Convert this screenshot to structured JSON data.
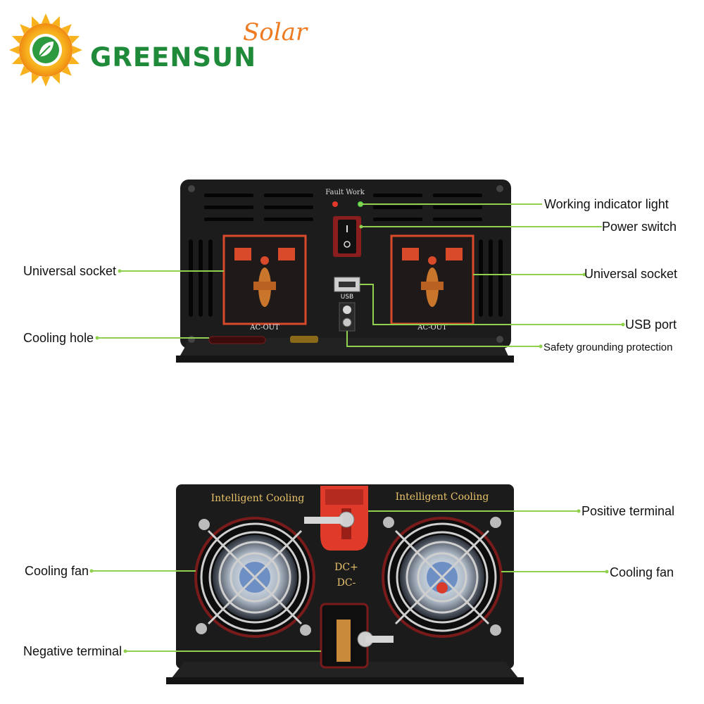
{
  "brand": {
    "name": "GREENSUN",
    "sub": "Solar",
    "color": "#1f8a3a",
    "sub_color": "#ee7b22"
  },
  "front_panel": {
    "indicator_text": "Fault Work",
    "left_socket_label": "AC-OUT",
    "right_socket_label": "AC-OUT",
    "usb_text": "USB"
  },
  "back_panel": {
    "left_cooling_text": "Intelligent Cooling",
    "right_cooling_text": "Intelligent Cooling",
    "dc_pos": "DC+",
    "dc_neg": "DC-"
  },
  "callouts": {
    "working_indicator": "Working indicator light",
    "power_switch": "Power switch",
    "universal_socket_left": "Universal socket",
    "universal_socket_right": "Universal socket",
    "usb_port": "USB port",
    "cooling_hole": "Cooling hole",
    "safety_grounding": "Safety grounding protection",
    "positive_terminal": "Positive terminal",
    "cooling_fan_left": "Cooling fan",
    "cooling_fan_right": "Cooling fan",
    "negative_terminal": "Negative terminal"
  },
  "colors": {
    "leader_line": "#8fd14f",
    "panel": "#1a1a1a",
    "socket": "#d94a2b",
    "red_terminal": "#e03a2a"
  }
}
